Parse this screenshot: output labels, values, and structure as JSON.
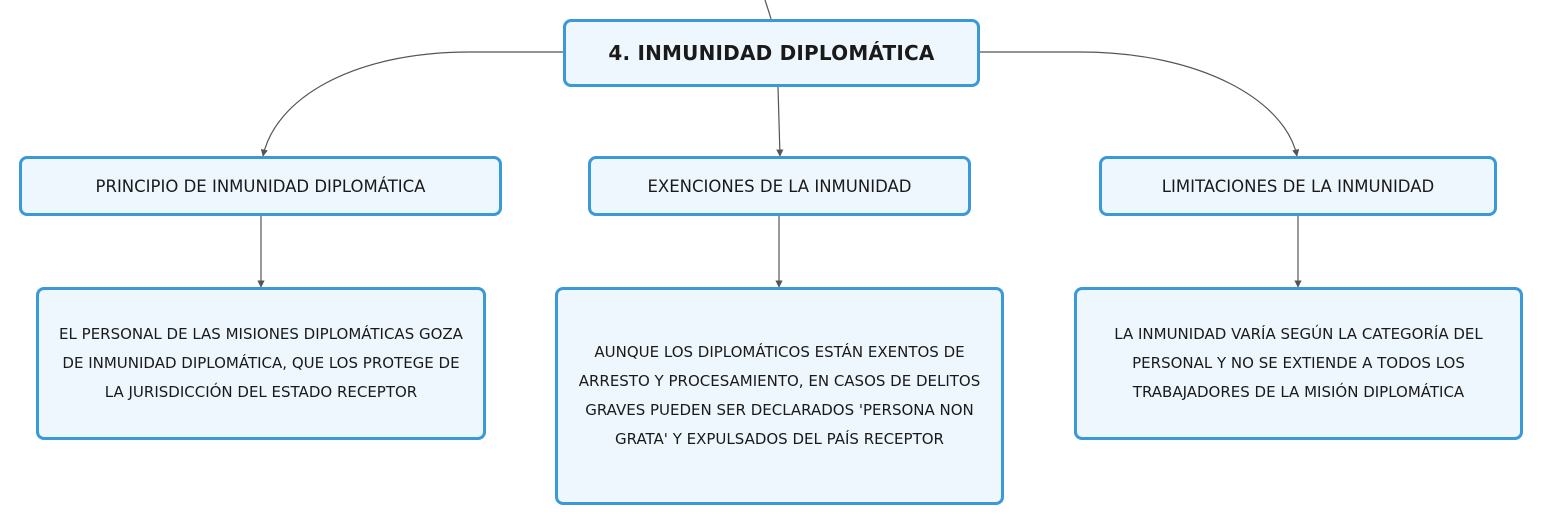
{
  "root": {
    "title": "4. INMUNIDAD DIPLOMÁTICA"
  },
  "branches": [
    {
      "label": "PRINCIPIO DE INMUNIDAD DIPLOMÁTICA",
      "detail": "EL PERSONAL DE LAS MISIONES DIPLOMÁTICAS GOZA DE INMUNIDAD DIPLOMÁTICA, QUE LOS PROTEGE DE LA JURISDICCIÓN DEL ESTADO RECEPTOR"
    },
    {
      "label": "EXENCIONES DE LA INMUNIDAD",
      "detail": "AUNQUE LOS DIPLOMÁTICOS ESTÁN EXENTOS DE ARRESTO Y PROCESAMIENTO, EN CASOS DE DELITOS GRAVES PUEDEN SER DECLARADOS 'PERSONA NON GRATA' Y EXPULSADOS DEL PAÍS RECEPTOR"
    },
    {
      "label": "LIMITACIONES DE LA INMUNIDAD",
      "detail": "LA INMUNIDAD VARÍA SEGÚN LA CATEGORÍA DEL PERSONAL Y NO SE EXTIENDE A TODOS LOS TRABAJADORES DE LA MISIÓN DIPLOMÁTICA"
    }
  ],
  "colors": {
    "node_border": "#3a9ad9",
    "node_fill": "#eef7fd",
    "connector": "#555555"
  }
}
